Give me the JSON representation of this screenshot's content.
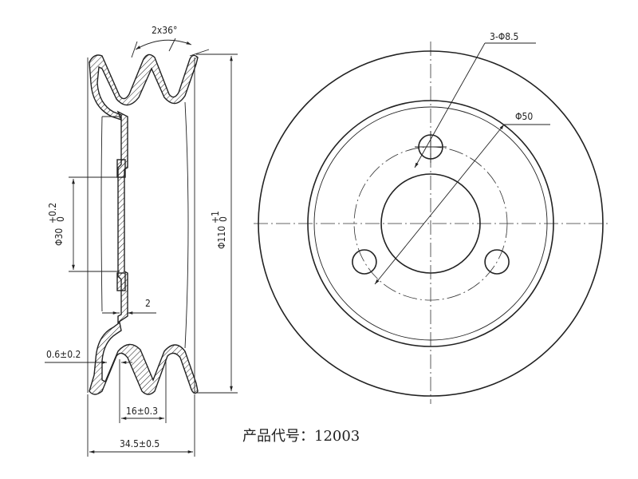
{
  "labels": {
    "groove_angle": "2x36°",
    "hole_spec": "3-Φ8.5",
    "pcd": "Φ50",
    "bore": "Φ30",
    "bore_tol_upper": "+0.2",
    "bore_tol_lower": "0",
    "outer_dia": "Φ110",
    "outer_tol_upper": "+1",
    "outer_tol_lower": "0",
    "web_gap": "2",
    "wall_thickness": "0.6±0.2",
    "groove_pitch": "16±0.3",
    "overall_width": "34.5±0.5",
    "product_code": "产品代号：12003"
  }
}
